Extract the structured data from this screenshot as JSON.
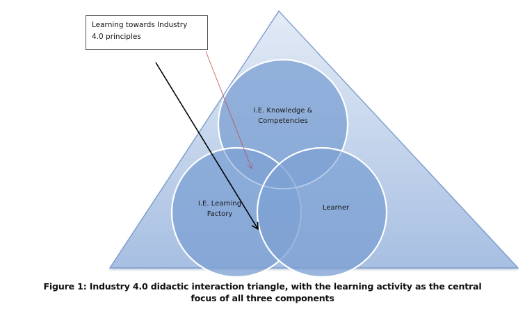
{
  "callout": {
    "lines": [
      "Learning towards Industry",
      "4.0 principles"
    ]
  },
  "circles": [
    {
      "id": "knowledge",
      "lines": [
        "I.E. Knowledge &",
        "Competencies"
      ]
    },
    {
      "id": "learning-factory",
      "lines": [
        "I.E. Learning",
        "Factory"
      ]
    },
    {
      "id": "learner",
      "lines": [
        "Learner"
      ]
    }
  ],
  "caption": {
    "line1": "Figure 1: Industry 4.0 didactic interaction triangle, with the learning activity as the central",
    "line2": "focus of all three components"
  },
  "colors": {
    "triangle_top": "#dde7f4",
    "triangle_bottom": "#a9c1e3",
    "triangle_stroke": "#6c8fc7",
    "circle_fill": "#7ea2d4",
    "circle_stroke": "#ffffff",
    "arrow_black": "#000000",
    "arrow_red": "#c0504d"
  }
}
